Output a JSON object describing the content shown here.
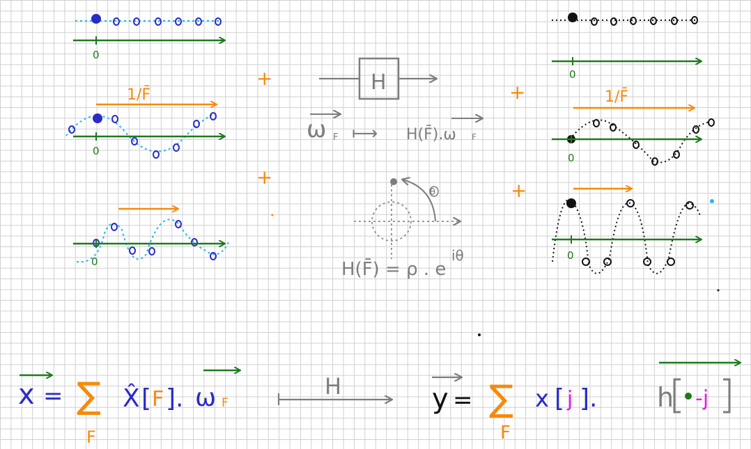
{
  "colors": {
    "blue": "#2b2bc8",
    "cyan": "#27b6e8",
    "green": "#1d7a1d",
    "orange": "#f58a0b",
    "gray": "#7d7d7d",
    "black": "#111111",
    "magenta": "#e61ee6"
  },
  "left": {
    "axis_zero": "0",
    "freq_label": "1/F̄"
  },
  "middle": {
    "plus": "+",
    "box_label": "H",
    "omega": "ω",
    "omega_sub": "F",
    "maps_to": "⟼",
    "h_omega": "H(F̄).ω",
    "h_omega_sub": "F",
    "theta": "θ",
    "polar_lhs": "H(F̄) = ρ . e",
    "polar_exp": "iθ"
  },
  "right": {
    "axis_zero": "0",
    "freq_label": "1/F̄"
  },
  "bottom": {
    "x_vec": "x",
    "eq": "=",
    "sum": "∑",
    "sum_sub": "F",
    "xhat": "X̂",
    "bracket_open": "[",
    "f": "F",
    "bracket_close": "].",
    "omega": "ω",
    "omega_sub": "F",
    "arrow_label": "H",
    "y_vec": "y",
    "x_small": "x",
    "j": "j",
    "h": "h",
    "dash_j": "-j"
  }
}
